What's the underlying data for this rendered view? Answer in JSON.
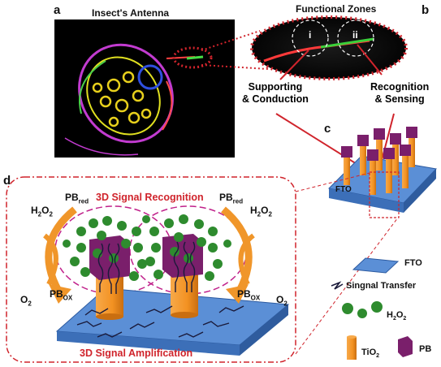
{
  "panels": {
    "a": "a",
    "b": "b",
    "c": "c",
    "d": "d"
  },
  "headings": {
    "antenna": "Insect's Antenna",
    "zones": "Functional Zones"
  },
  "zones": {
    "i": "i",
    "ii": "ii"
  },
  "callouts": {
    "supporting_line1": "Supporting",
    "supporting_line2": "& Conduction",
    "recognition_line1": "Recognition",
    "recognition_line2": "& Sensing"
  },
  "device": {
    "substrate_label": "FTO"
  },
  "scheme": {
    "recognition_title": "3D Signal Recognition",
    "amplification_title": "3D Signal Amplification",
    "h2o2_left": {
      "main": "H",
      "sub1": "2",
      "mid": "O",
      "sub2": "2"
    },
    "h2o2_right": {
      "main": "H",
      "sub1": "2",
      "mid": "O",
      "sub2": "2"
    },
    "pbred_left": {
      "main": "PB",
      "sub": "red"
    },
    "pbred_right": {
      "main": "PB",
      "sub": "red"
    },
    "pbox_left": {
      "main": "PB",
      "sub": "OX"
    },
    "pbox_right": {
      "main": "PB",
      "sub": "OX"
    },
    "o2_left": {
      "main": "O",
      "sub": "2"
    },
    "o2_right": {
      "main": "O",
      "sub": "2"
    }
  },
  "legend": {
    "fto": "FTO",
    "transfer": "Singnal Transfer",
    "h2o2": {
      "main": "H",
      "sub1": "2",
      "mid": "O",
      "sub2": "2"
    },
    "tio2": {
      "main": "TiO",
      "sub": "2"
    },
    "pb": "PB"
  },
  "colors": {
    "accent_red": "#d0242c",
    "fto_blue": "#5b8fd6",
    "tio2_orange": "#f39222",
    "pb_purple": "#7a1f6b",
    "h2o2_green": "#2e8b2e",
    "arrow_orange": "#f0962a"
  }
}
